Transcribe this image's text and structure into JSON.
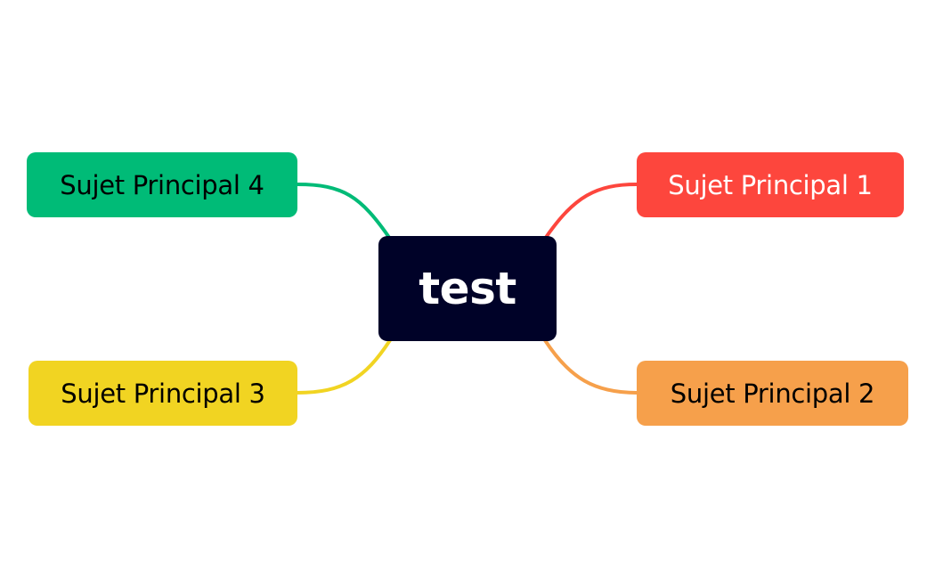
{
  "mindmap": {
    "central": {
      "label": "test",
      "background": "#000228",
      "text_color": "#ffffff"
    },
    "topics": [
      {
        "label": "Sujet Principal 1",
        "background": "#fd463d",
        "text_color": "#ffffff"
      },
      {
        "label": "Sujet Principal 2",
        "background": "#f6a04b",
        "text_color": "#000000"
      },
      {
        "label": "Sujet Principal 3",
        "background": "#f1d422",
        "text_color": "#000000"
      },
      {
        "label": "Sujet Principal 4",
        "background": "#00bb77",
        "text_color": "#000000"
      }
    ]
  }
}
